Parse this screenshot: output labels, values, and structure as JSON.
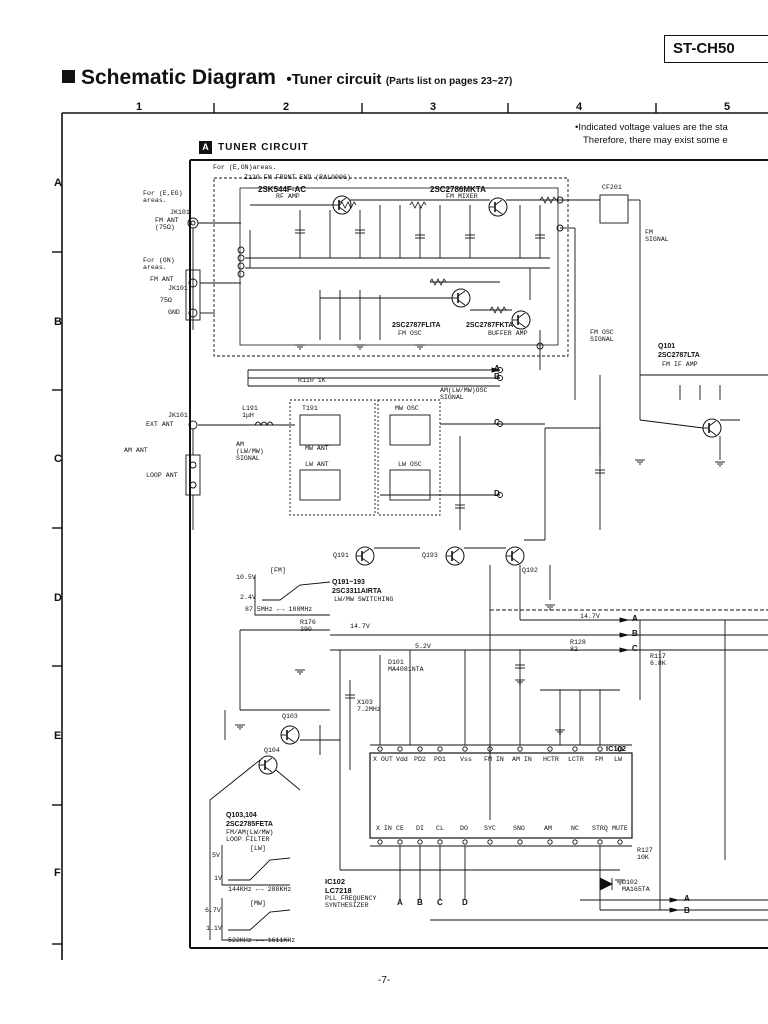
{
  "header": {
    "model": "ST-CH50",
    "title": "Schematic Diagram",
    "subtitle": "•Tuner circuit",
    "parts_note": "(Parts list on pages 23~27)"
  },
  "grid": {
    "columns": [
      "1",
      "2",
      "3",
      "4",
      "5"
    ],
    "rows": [
      "A",
      "B",
      "C",
      "D",
      "E",
      "F"
    ]
  },
  "section": {
    "mark": "A",
    "title": "TUNER CIRCUIT"
  },
  "note": {
    "line1": "•Indicated voltage values are the sta",
    "line2": "Therefore, there may exist some e"
  },
  "labels": {
    "for_egn": "For (E,GN)areas.",
    "front_end": "Z120 FM FRONT END (RAL0006)",
    "rf_amp_part": "2SK544F-AC",
    "rf_amp": "RF AMP",
    "mixer_part": "2SC2786MKTA",
    "mixer": "FM MIXER",
    "osc_part": "2SC2787FLITA",
    "fm_osc": "FM OSC",
    "buf_part": "2SC2787FKTA",
    "buffer_amp": "BUFFER AMP",
    "cf201": "CF201",
    "fm_signal": "FM\nSIGNAL",
    "fm_osc_signal": "FM OSC\nSIGNAL",
    "q101": "Q101",
    "q101_part": "2SC2787LTA",
    "fm_if_amp": "FM IF AMP",
    "for_eg": "For (E,EG)\nareas.",
    "fm_ant_75": "FM ANT\n(75Ω)",
    "jk101": "JK101",
    "for_gn": "For (GN)\nareas.",
    "fm_ant": "FM ANT",
    "ohm75": "75Ω",
    "gnd": "GND",
    "ext_ant": "EXT ANT",
    "am_ant": "AM ANT",
    "loop_ant": "LOOP ANT",
    "l191": "L191\n1μH",
    "t191": "T191",
    "mw_ant": "MW ANT",
    "lw_ant": "LW ANT",
    "mw_osc": "MW OSC",
    "lw_osc": "LW OSC",
    "am_signal": "AM\n(LW/MW)\nSIGNAL",
    "am_osc_signal": "AM(LW/MW)OSC\nSIGNAL",
    "r110": "R110 1K",
    "q191": "Q191",
    "q193": "Q193",
    "q192": "Q192",
    "q191_193": "Q191~193",
    "q191_part": "2SC3311AIRTA",
    "lw_mw_switching": "LW/MW SWITCHING",
    "fm_graph": "[FM]",
    "fm_v_hi": "10.5V",
    "fm_v_lo": "2.4V",
    "fm_range": "87.5MHz ←→ 108MHz",
    "v147": "14.7V",
    "v52": "5.2V",
    "r176": "R176\n390",
    "q103": "Q103",
    "q104": "Q104",
    "q103_104": "Q103,104",
    "q103_part": "2SC2785FETA",
    "loop_filter": "FM/AM(LW/MW)\nLOOP FILTER",
    "lw_graph": "[LW]",
    "lw_v_hi": "5V",
    "lw_v_lo": "1V",
    "lw_range": "144KHz ←→ 288KHz",
    "mw_graph": "[MW]",
    "mw_v_hi": "6.7V",
    "mw_v_lo": "1.1V",
    "mw_range": "522KHz ←→ 1611KHz",
    "ic102": "IC102",
    "ic102_part": "LC7218",
    "pll": "PLL FREQUENCY\nSYNTHESIZER",
    "d102": "D102\nMA165TA",
    "x103": "X103\n7.2MHz",
    "r127": "R127\n10K",
    "r128": "R128\n82",
    "r117": "R117\n6.8K",
    "d101": "D101\nMA4081NTA",
    "ic_pins_top": [
      "X OUT",
      "Vdd",
      "PD2",
      "PD1",
      "Vss",
      "FM IN",
      "AM IN",
      "HCTR",
      "LCTR",
      "FM",
      "LW"
    ],
    "ic_pins_bottom": [
      "X IN",
      "CE",
      "DI",
      "CL",
      "DO",
      "SYC",
      "SNO",
      "AM",
      "NC",
      "STRQ",
      "MUTE"
    ],
    "bus_letters": [
      "A",
      "B",
      "C",
      "D"
    ]
  },
  "footer": {
    "page": "-7-"
  }
}
